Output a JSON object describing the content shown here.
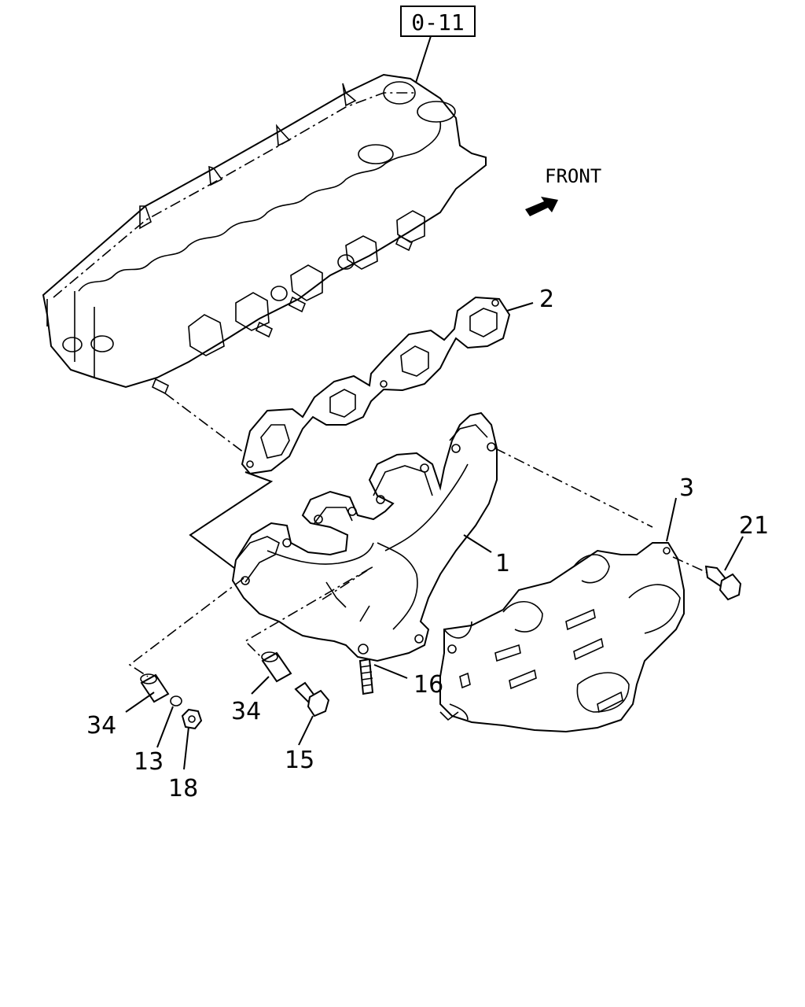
{
  "reference_box": "0-11",
  "front_label": "FRONT",
  "callouts": [
    {
      "id": "c1",
      "text": "1"
    },
    {
      "id": "c2",
      "text": "2"
    },
    {
      "id": "c3",
      "text": "3"
    },
    {
      "id": "c21",
      "text": "21"
    },
    {
      "id": "c16",
      "text": "16"
    },
    {
      "id": "c34a",
      "text": "34"
    },
    {
      "id": "c34b",
      "text": "34"
    },
    {
      "id": "c13",
      "text": "13"
    },
    {
      "id": "c18",
      "text": "18"
    },
    {
      "id": "c15",
      "text": "15"
    }
  ]
}
